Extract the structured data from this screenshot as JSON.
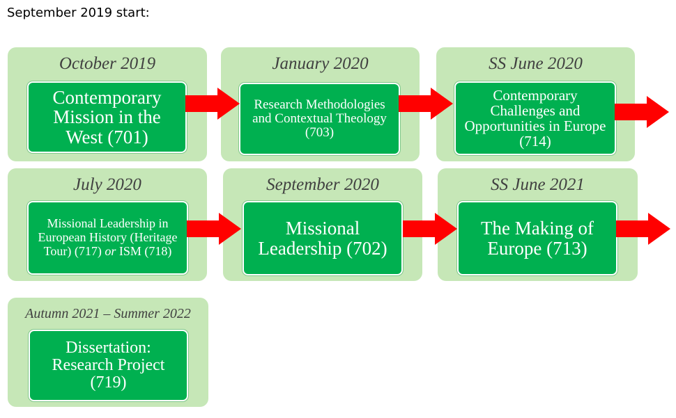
{
  "heading": "September 2019 start:",
  "colors": {
    "panel": "#c6e7b7",
    "box": "#00b050",
    "arrow": "#ff0000",
    "period_text": "#404040"
  },
  "modules": [
    {
      "period": "October 2019",
      "title": "Contemporary Mission in the West (701)"
    },
    {
      "period": "January 2020",
      "title": "Research Methodologies and Contextual Theology (703)"
    },
    {
      "period": "SS June 2020",
      "title": "Contemporary Challenges and Opportunities in Europe (714)"
    },
    {
      "period": "July 2020",
      "title": "Missional Leadership in European History (Heritage Tour) (717)",
      "title_or": "or",
      "title_tail": "ISM (718)"
    },
    {
      "period": "September 2020",
      "title": "Missional Leadership (702)"
    },
    {
      "period": "SS June 2021",
      "title": "The Making of Europe (713)"
    },
    {
      "period": "Autumn 2021 – Summer 2022",
      "title": "Dissertation: Research Project (719)"
    }
  ]
}
